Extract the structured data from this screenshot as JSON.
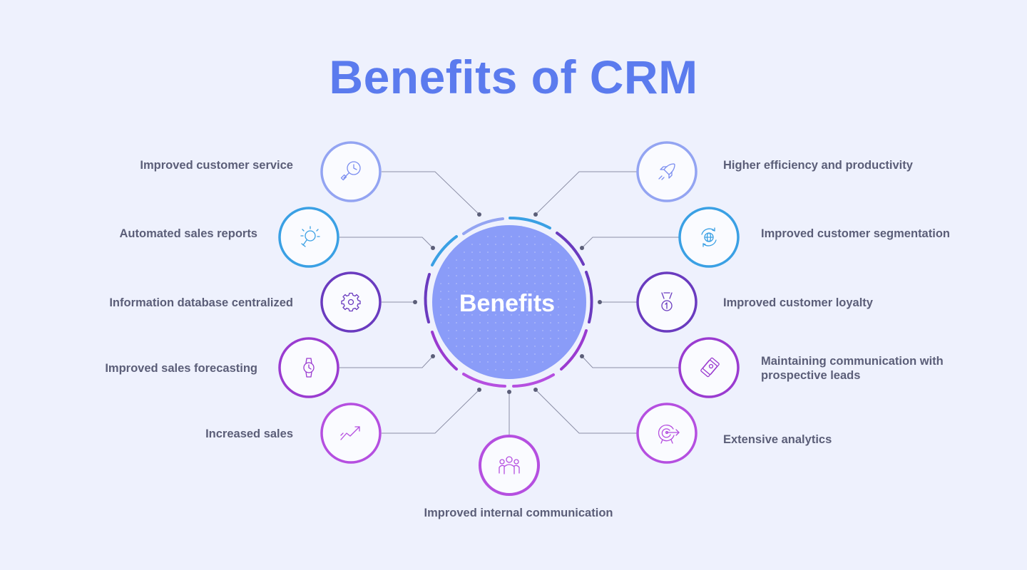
{
  "title": "Benefits of CRM",
  "center": {
    "label": "Benefits"
  },
  "colors": {
    "background": "#eef1fd",
    "title": "#5b7bee",
    "center_fill": "#8a9cf8",
    "label_text": "#5b5e78",
    "connector": "#8c8fa6",
    "ring_light_blue": "#93a4f2",
    "ring_blue": "#3aa0e4",
    "ring_indigo": "#6a3bbf",
    "ring_purple": "#9a3bd0",
    "ring_violet": "#b54fe0"
  },
  "benefits": [
    {
      "id": "improved-customer-service",
      "label": "Improved customer service",
      "icon": "search-clock-icon",
      "color": "#93a4f2"
    },
    {
      "id": "automated-sales-reports",
      "label": "Automated sales reports",
      "icon": "lightbulb-icon",
      "color": "#3aa0e4"
    },
    {
      "id": "information-database-centralized",
      "label": "Information database centralized",
      "icon": "gear-icon",
      "color": "#6a3bbf"
    },
    {
      "id": "improved-sales-forecasting",
      "label": "Improved sales forecasting",
      "icon": "watch-icon",
      "color": "#9a3bd0"
    },
    {
      "id": "increased-sales",
      "label": "Increased sales",
      "icon": "trend-up-icon",
      "color": "#b54fe0"
    },
    {
      "id": "improved-internal-communication",
      "label": "Improved internal communication",
      "icon": "team-icon",
      "color": "#b54fe0"
    },
    {
      "id": "higher-efficiency-and-productivity",
      "label": "Higher efficiency and productivity",
      "icon": "rocket-icon",
      "color": "#93a4f2"
    },
    {
      "id": "improved-customer-segmentation",
      "label": "Improved customer segmentation",
      "icon": "globe-cycle-icon",
      "color": "#3aa0e4"
    },
    {
      "id": "improved-customer-loyalty",
      "label": "Improved customer loyalty",
      "icon": "medal-icon",
      "color": "#6a3bbf"
    },
    {
      "id": "maintaining-communication",
      "label": "Maintaining communication with",
      "label_line2": "prospective leads",
      "icon": "money-stack-icon",
      "color": "#9a3bd0"
    },
    {
      "id": "extensive-analytics",
      "label": "Extensive analytics",
      "icon": "target-icon",
      "color": "#b54fe0"
    }
  ]
}
